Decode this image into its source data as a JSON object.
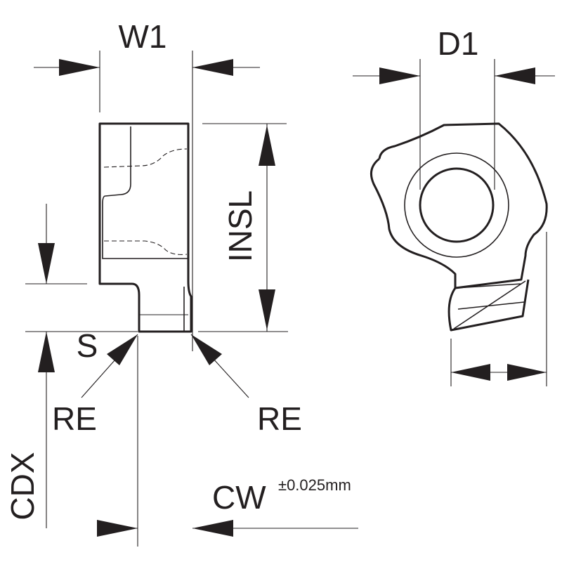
{
  "labels": {
    "w1": "W1",
    "d1": "D1",
    "insl": "INSL",
    "s": "S",
    "re_left": "RE",
    "re_right": "RE",
    "cdx": "CDX",
    "cw": "CW",
    "cw_tolerance": "±0.025mm"
  },
  "colors": {
    "line": "#231f20",
    "background": "#ffffff"
  }
}
